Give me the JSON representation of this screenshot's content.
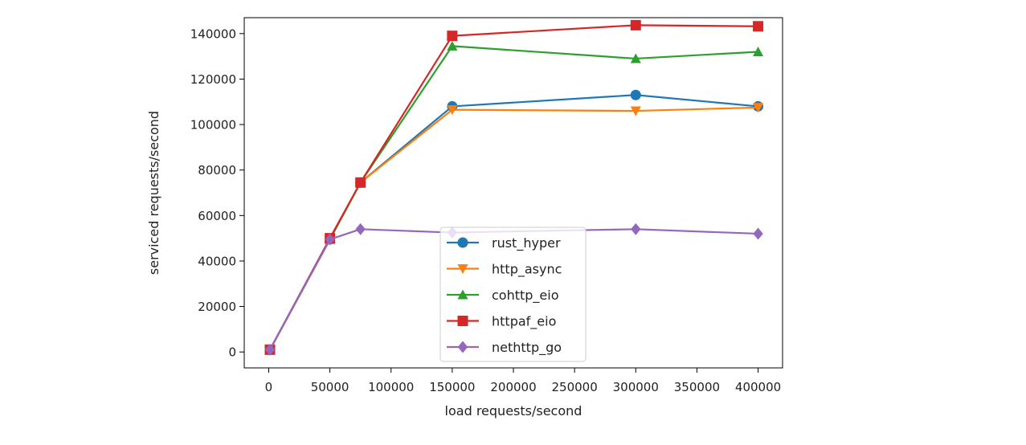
{
  "chart_data": {
    "type": "line",
    "xlabel": "load requests/second",
    "ylabel": "serviced requests/second",
    "xlim": [
      -20000,
      420000
    ],
    "ylim": [
      -7000,
      147000
    ],
    "xticks": [
      0,
      50000,
      100000,
      150000,
      200000,
      250000,
      300000,
      350000,
      400000
    ],
    "yticks": [
      0,
      20000,
      40000,
      60000,
      80000,
      100000,
      120000,
      140000
    ],
    "xtick_labels": [
      "0",
      "50000",
      "100000",
      "150000",
      "200000",
      "250000",
      "300000",
      "350000",
      "400000"
    ],
    "ytick_labels": [
      "0",
      "20000",
      "40000",
      "60000",
      "80000",
      "100000",
      "120000",
      "140000"
    ],
    "x": [
      1000,
      50000,
      75000,
      150000,
      300000,
      400000
    ],
    "grid": false,
    "legend_position": "lower-center",
    "series": [
      {
        "name": "rust_hyper",
        "color": "#1f77b4",
        "marker": "circle",
        "values": [
          1000,
          49500,
          74500,
          108000,
          113000,
          108000
        ]
      },
      {
        "name": "http_async",
        "color": "#ff7f0e",
        "marker": "triangle-down",
        "values": [
          1000,
          49500,
          74500,
          106500,
          106000,
          107500
        ]
      },
      {
        "name": "cohttp_eio",
        "color": "#2ca02c",
        "marker": "triangle-up",
        "values": [
          1000,
          49500,
          74500,
          134500,
          129000,
          132000
        ]
      },
      {
        "name": "httpaf_eio",
        "color": "#d62728",
        "marker": "square",
        "values": [
          1000,
          50000,
          74500,
          139000,
          143700,
          143200
        ]
      },
      {
        "name": "nethttp_go",
        "color": "#9467bd",
        "marker": "diamond",
        "values": [
          1000,
          49500,
          54000,
          52500,
          54000,
          52000
        ]
      }
    ]
  }
}
